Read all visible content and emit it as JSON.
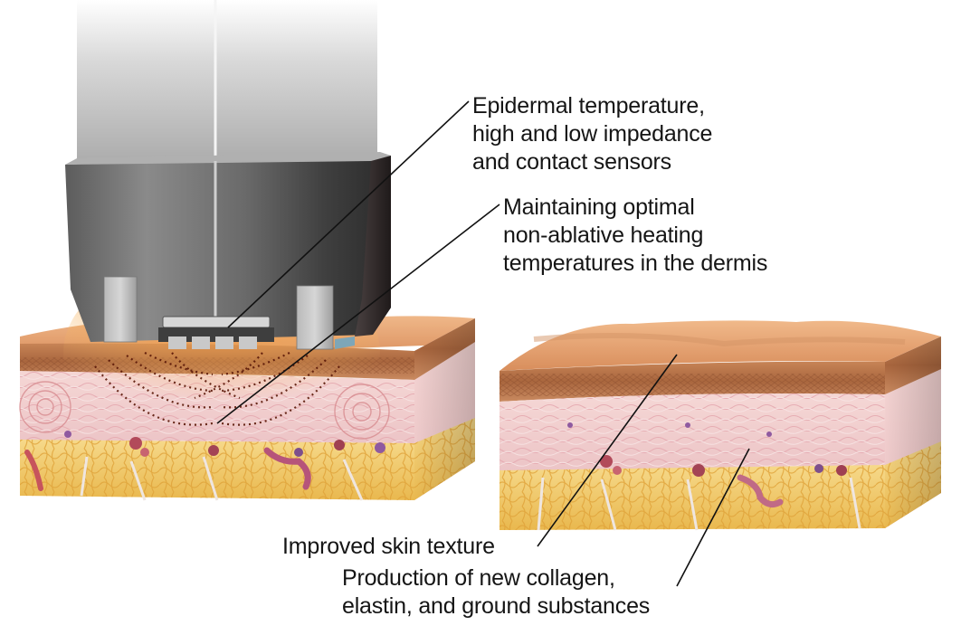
{
  "labels": {
    "sensors": [
      "Epidermal temperature,",
      "high and low impedance",
      "and contact sensors"
    ],
    "heating": [
      "Maintaining optimal",
      "non-ablative heating",
      "temperatures in the dermis"
    ],
    "texture": [
      "Improved skin texture"
    ],
    "collagen": [
      "Production of new collagen,",
      "elastin, and ground substances"
    ]
  },
  "colors": {
    "skin_surface": "#e8a878",
    "epidermis": "#b8734a",
    "dermis": "#f0cfd0",
    "fat": "#f3cf6e",
    "heat": "#f08a2a",
    "device": "#5a5a5a",
    "leader_line": "#111111"
  }
}
